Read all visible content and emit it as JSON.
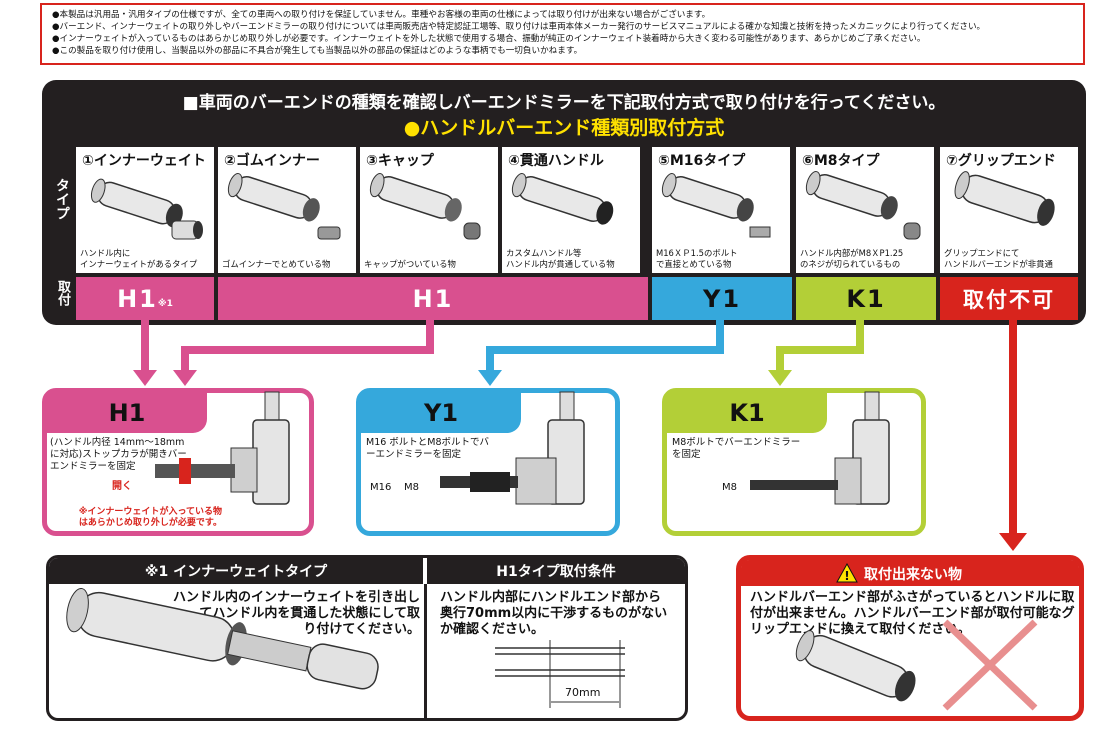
{
  "notice": [
    "●本製品は汎用品・汎用タイプの仕様ですが、全ての車両への取り付けを保証していません。車種やお客様の車両の仕様によっては取り付けが出来ない場合がございます。",
    "●バーエンド、インナーウェイトの取り外しやバーエンドミラーの取り付けについては車両販売店や特定認証工場等、取り付けは車両本体メーカー発行のサービスマニュアルによる確かな知識と技術を持ったメカニックにより行ってください。",
    "●インナーウェイトが入っているものはあらかじめ取り外しが必要です。インナーウェイトを外した状態で使用する場合、振動が純正のインナーウェイト装着時から大きく変わる可能性があります、あらかじめご了承ください。",
    "●この製品を取り付け使用し、当製品以外の部品に不具合が発生しても当製品以外の部品の保証はどのような事柄でも一切負いかねます。"
  ],
  "headline": "■車両のバーエンドの種類を確認しバーエンドミラーを下記取付方式で取り付けを行ってください。",
  "subhead": "●ハンドルバーエンド種類別取付方式",
  "row_label_type": "タイプ",
  "row_label_mount": "取付",
  "types": [
    {
      "title": "①インナーウェイト",
      "caption": "ハンドル内に\nインナーウェイトがあるタイプ"
    },
    {
      "title": "②ゴムインナー",
      "caption": "ゴムインナーでとめている物"
    },
    {
      "title": "③キャップ",
      "caption": "キャップがついている物"
    },
    {
      "title": "④貫通ハンドル",
      "caption": "カスタムハンドル等\nハンドル内が貫通している物"
    },
    {
      "title": "⑤M16タイプ",
      "caption": "M16ＸＰ1.5のボルト\nで直接とめている物"
    },
    {
      "title": "⑥M8タイプ",
      "caption": "ハンドル内部がM8ＸP1.25\nのネジが切られているもの"
    },
    {
      "title": "⑦グリップエンド",
      "caption": "グリップエンドにて\nハンドルバーエンドが非貫通"
    }
  ],
  "bands": {
    "h1_note": "H1",
    "h1_note_mark": "※1",
    "h1": "H1",
    "y1": "Y1",
    "k1": "K1",
    "ng": "取付不可"
  },
  "colors": {
    "pink": "#d9508f",
    "blue": "#35a8dc",
    "green": "#b3cf37",
    "red": "#d8241d",
    "black": "#231f20"
  },
  "box_h1": {
    "tab": "H1",
    "text": "(ハンドル内径 14mm～18mm\nに対応)ストップカラが開きバー\nエンドミラーを固定",
    "open_label": "開く",
    "warning": "※インナーウェイトが入っている物\nはあらかじめ取り外しが必要です。"
  },
  "box_y1": {
    "tab": "Y1",
    "text": "M16 ボルトとM8ボルトでバ\nーエンドミラーを固定",
    "dim1": "M16",
    "dim2": "M8"
  },
  "box_k1": {
    "tab": "K1",
    "text": "M8ボルトでバーエンドミラー\nを固定",
    "dim": "M8"
  },
  "inner": {
    "header": "※1  インナーウェイトタイプ",
    "text": "ハンドル内のインナーウェイトを引き出し\nてハンドル内を貫通した状態にして取\nり付けてください。"
  },
  "cond": {
    "header": "H1タイプ取付条件",
    "text": "ハンドル内部にハンドルエンド部から\n奥行70mm以内に干渉するものがない\nか確認ください。",
    "dim": "70mm"
  },
  "ng_box": {
    "header": "取付出来ない物",
    "text": "ハンドルバーエンド部がふさがっているとハンドルに取\n付が出来ません。ハンドルバーエンド部が取付可能なグ\nリップエンドに換えて取付ください。"
  }
}
